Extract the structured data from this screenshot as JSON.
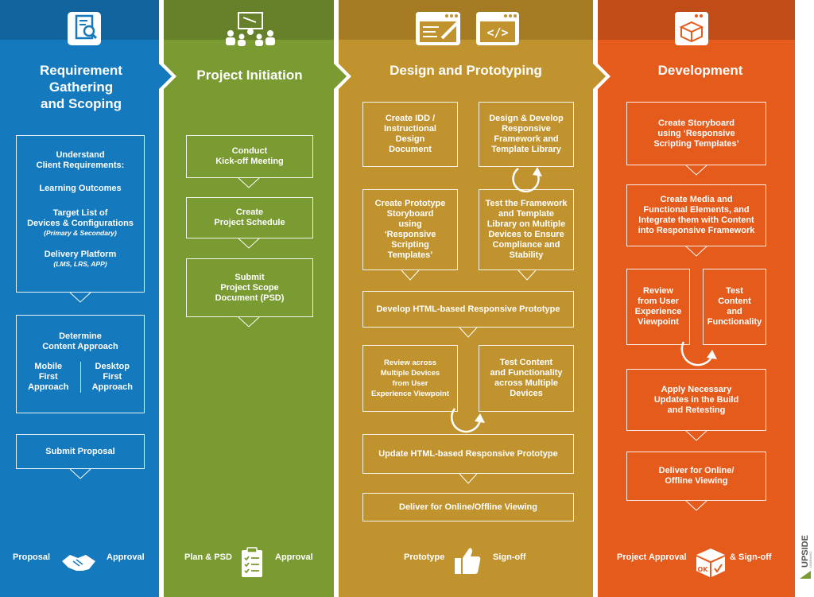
{
  "columns": [
    {
      "title": "Requirement Gathering and Scoping",
      "title_lines": [
        "Requirement",
        "Gathering",
        "and Scoping"
      ],
      "color": "#1479bd",
      "boxes": {
        "understand": [
          "Understand",
          "Client Requirements:"
        ],
        "learning": "Learning Outcomes",
        "target": [
          "Target List of",
          "Devices & Configurations"
        ],
        "target_sub": "(Primary & Secondary)",
        "delivery": "Delivery Platform",
        "delivery_sub": "(LMS, LRS, APP)",
        "determine": [
          "Determine",
          "Content Approach"
        ],
        "mobile": [
          "Mobile",
          "First",
          "Approach"
        ],
        "desktop": [
          "Desktop",
          "First",
          "Approach"
        ],
        "submit": "Submit Proposal"
      },
      "footer": {
        "left": "Proposal",
        "right": "Approval",
        "icon": "handshake-icon"
      }
    },
    {
      "title": "Project Initiation",
      "color": "#7a9a32",
      "boxes": {
        "kickoff": [
          "Conduct",
          "Kick-off Meeting"
        ],
        "schedule": [
          "Create",
          "Project Schedule"
        ],
        "psd": [
          "Submit",
          "Project Scope",
          "Document (PSD)"
        ]
      },
      "footer": {
        "left": "Plan & PSD",
        "right": "Approval",
        "icon": "checklist-icon"
      }
    },
    {
      "title": "Design and Prototyping",
      "color": "#c1932e",
      "boxes": {
        "idd": [
          "Create IDD /",
          "Instructional",
          "Design",
          "Document"
        ],
        "framework": [
          "Design & Develop",
          "Responsive",
          "Framework and",
          "Template Library"
        ],
        "prototype_sb": [
          "Create Prototype",
          "Storyboard",
          "using",
          "‘Responsive",
          "Scripting",
          "Templates’"
        ],
        "test_framework": [
          "Test the Framework",
          "and Template",
          "Library on Multiple",
          "Devices to Ensure",
          "Compliance and",
          "Stability"
        ],
        "develop_html": "Develop HTML-based Responsive Prototype",
        "review_devices": [
          "Review across",
          "Multiple Devices",
          "from User",
          "Experience Viewpoint"
        ],
        "test_content": [
          "Test Content",
          "and Functionality",
          "across Multiple",
          "Devices"
        ],
        "update_html": "Update HTML-based Responsive Prototype",
        "deliver": "Deliver for Online/Offline Viewing"
      },
      "footer": {
        "left": "Prototype",
        "right": "Sign-off",
        "icon": "thumbs-up-icon"
      }
    },
    {
      "title": "Development",
      "color": "#e45b1c",
      "boxes": {
        "storyboard": [
          "Create Storyboard",
          "using ‘Responsive",
          "Scripting Templates’"
        ],
        "media": [
          "Create Media and",
          "Functional Elements, and",
          "Integrate them with Content",
          "into Responsive Framework"
        ],
        "review_ux": [
          "Review",
          "from User",
          "Experience",
          "Viewpoint"
        ],
        "test_func": [
          "Test",
          "Content",
          "and",
          "Functionality"
        ],
        "apply": [
          "Apply Necessary",
          "Updates in the Build",
          "and Retesting"
        ],
        "deliver": [
          "Deliver for Online/",
          "Offline Viewing"
        ]
      },
      "footer": {
        "left": "Project Approval",
        "right": "& Sign-off",
        "icon": "ok-box-icon"
      }
    }
  ],
  "logo": "UPSIDE LEARNING"
}
